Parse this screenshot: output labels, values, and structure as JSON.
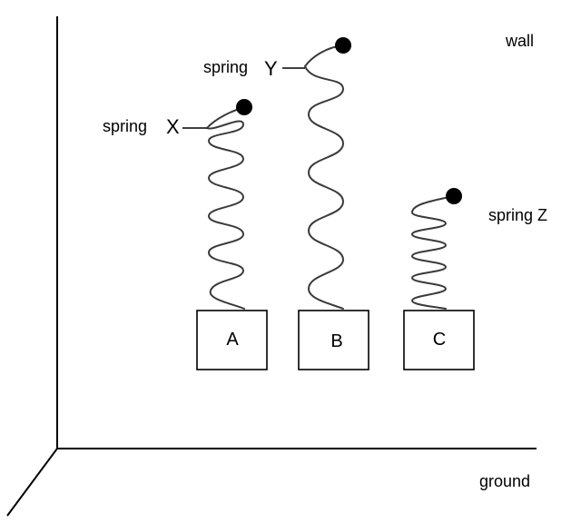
{
  "labels": {
    "wall": "wall",
    "ground": "ground",
    "spring_x_word": "spring",
    "spring_x_letter": "X",
    "spring_y_word": "spring",
    "spring_y_letter": "Y",
    "spring_z": "spring Z"
  },
  "boxes": {
    "a": "A",
    "b": "B",
    "c": "C"
  },
  "colors": {
    "line": "#000000",
    "spring": "#3a3a3a",
    "background": "#ffffff"
  }
}
